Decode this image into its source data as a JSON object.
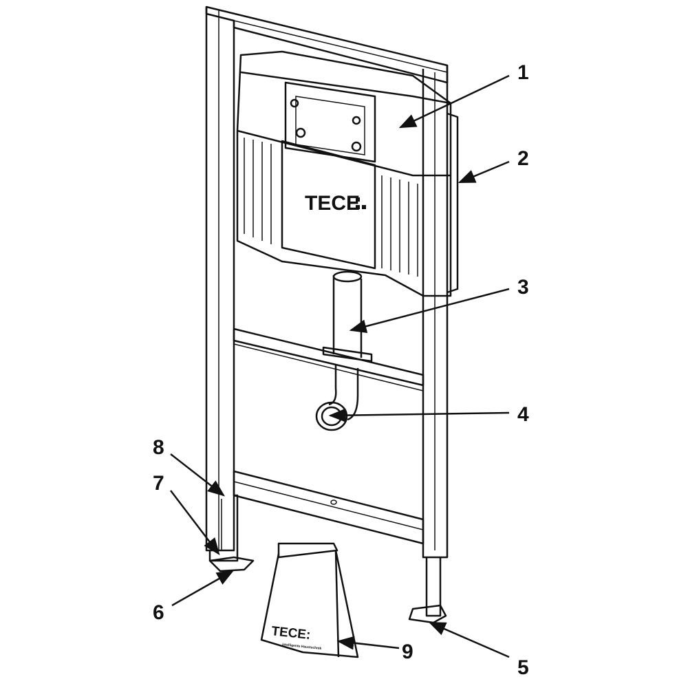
{
  "title": "TECE installation frame parts",
  "brand": "TECE",
  "bag_brand": "TECE:",
  "bag_tagline": "intelligente Haustechnik",
  "callouts": [
    "1",
    "2",
    "3",
    "4",
    "5",
    "6",
    "7",
    "8",
    "9"
  ]
}
